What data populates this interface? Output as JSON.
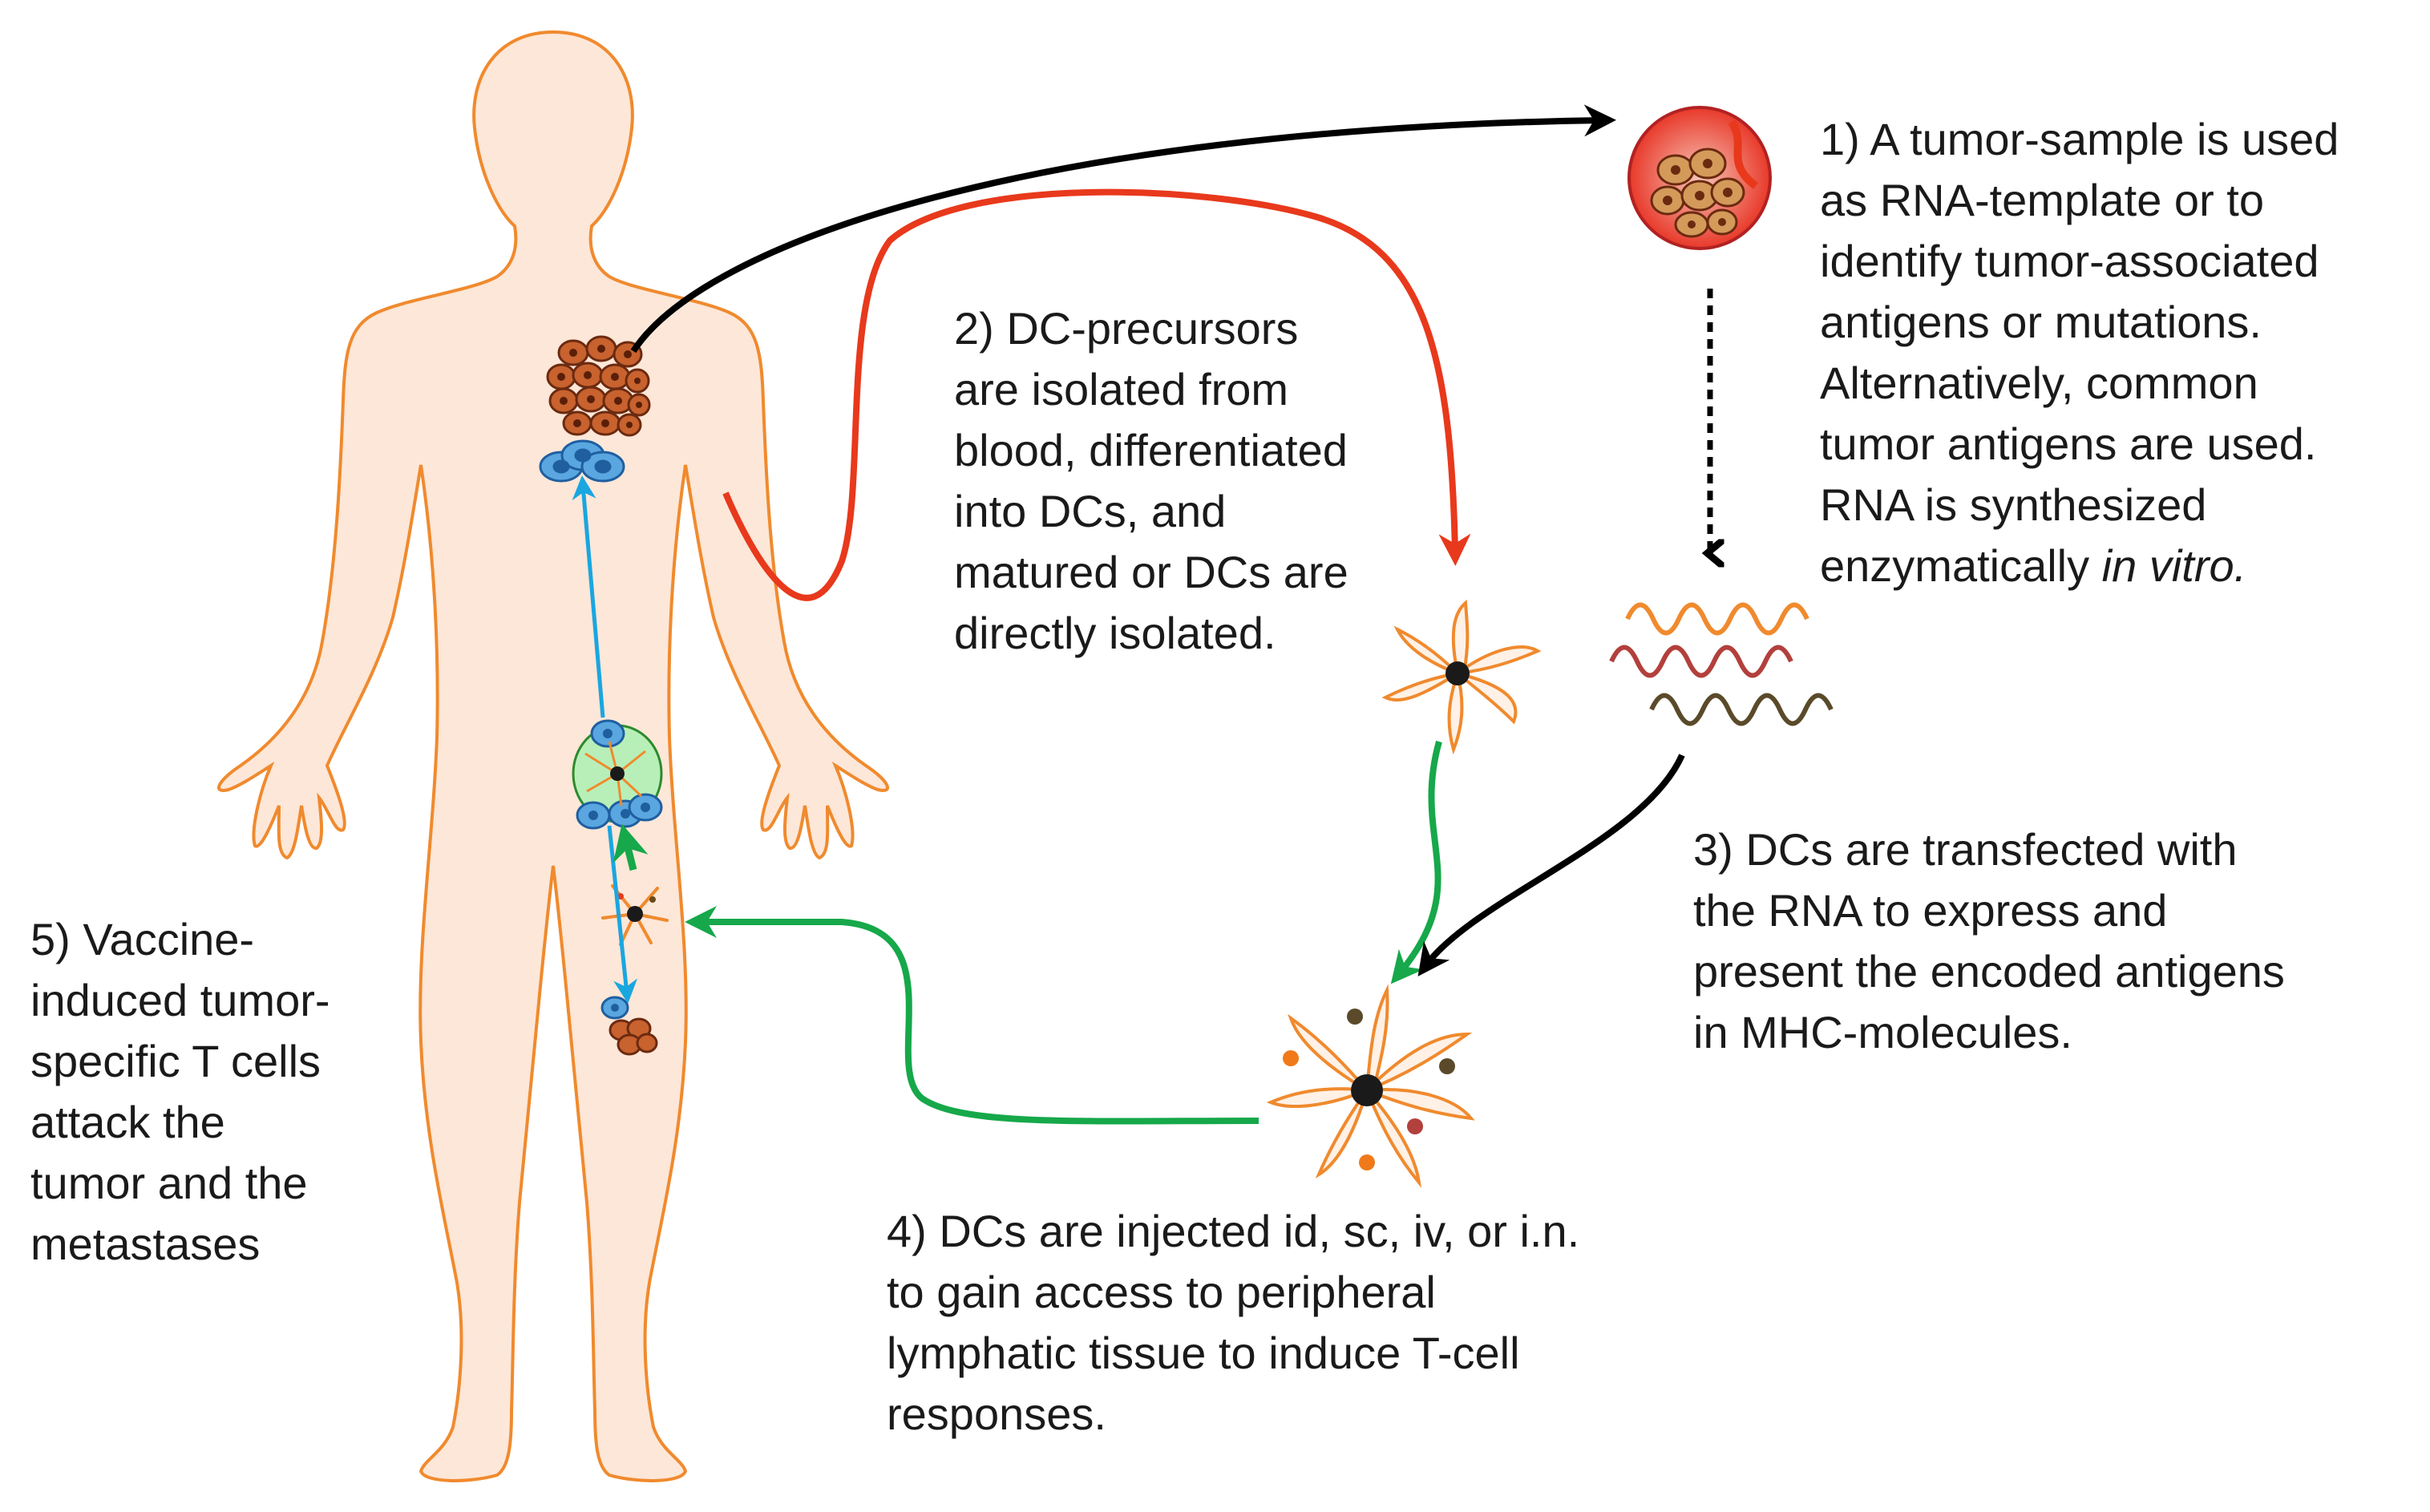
{
  "colors": {
    "body_fill": "#fde7d8",
    "body_outline": "#f08a2e",
    "black_arrow": "#000000",
    "red_arrow": "#e8391c",
    "green_arrow": "#16a84a",
    "blue_arrow": "#1aa6e0",
    "dc_outline": "#f08a2e",
    "tumor_fill": "#c8622e",
    "tcell_fill": "#5aa6e0"
  },
  "icons": {
    "body": "human-body-silhouette",
    "tumor": "tumor-cell-cluster-icon",
    "tumor_sample": "tumor-sample-circle-icon",
    "rna": "rna-strands-icon",
    "immature_dc": "dendritic-cell-icon",
    "mature_dc": "antigen-loaded-dendritic-cell-icon",
    "t_cells": "t-cell-icon",
    "lymph_node": "lymph-node-icon"
  },
  "steps": {
    "step1": {
      "line1": "1) A tumor-sample is used",
      "line2": "as RNA-template or to",
      "line3": "identify tumor-associated",
      "line4": "antigens or mutations.",
      "line5": "Alternatively, common",
      "line6": "tumor antigens are used.",
      "line7": "RNA is synthesized",
      "line8_prefix": "enzymatically ",
      "line8_italic": "in vitro."
    },
    "step2": {
      "line1": "2) DC-precursors",
      "line2": "are isolated from",
      "line3": "blood, differentiated",
      "line4": "into DCs, and",
      "line5": "matured or DCs are",
      "line6": "directly isolated."
    },
    "step3": {
      "line1": "3) DCs are transfected with",
      "line2": "the RNA to express and",
      "line3": "present the encoded antigens",
      "line4": "in MHC-molecules."
    },
    "step4": {
      "line1": "4) DCs are injected id, sc, iv, or i.n.",
      "line2": "to gain access to peripheral",
      "line3": "lymphatic tissue to induce T-cell",
      "line4": "responses."
    },
    "step5": {
      "line1": "5) Vaccine-",
      "line2": "induced tumor-",
      "line3": "specific T cells",
      "line4": "attack the",
      "line5": "tumor and the",
      "line6": "metastases"
    }
  }
}
